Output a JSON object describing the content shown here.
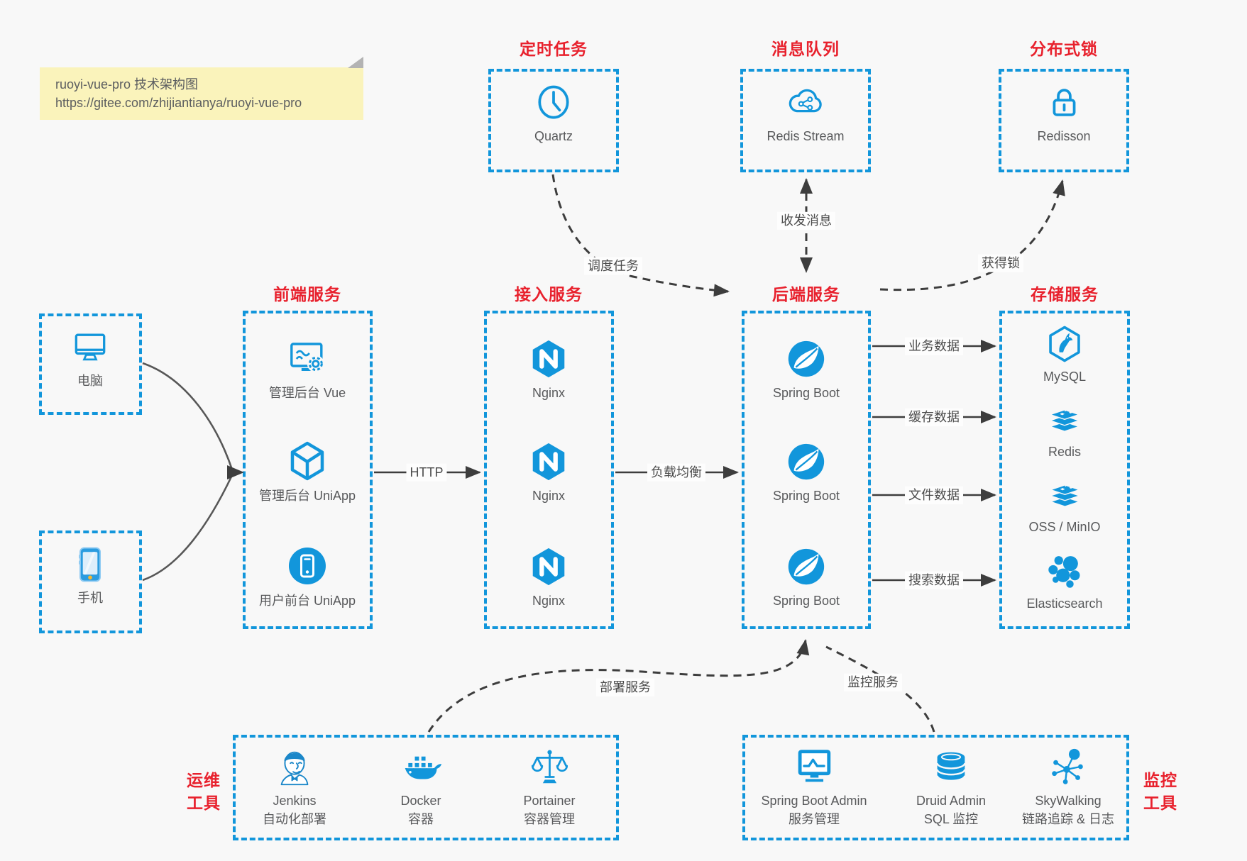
{
  "note": {
    "line1": "ruoyi-vue-pro 技术架构图",
    "line2": "https://gitee.com/zhijiantianya/ruoyi-vue-pro"
  },
  "colors": {
    "accent_blue": "#1296db",
    "title_red": "#e8212d",
    "arrow_dark": "#3d3d3d",
    "note_bg": "#faf3bb",
    "background": "#f8f8f8"
  },
  "groups": {
    "scheduler": {
      "title": "定时任务",
      "items": [
        {
          "label": "Quartz",
          "icon": "clock-icon"
        }
      ]
    },
    "mq": {
      "title": "消息队列",
      "items": [
        {
          "label": "Redis Stream",
          "icon": "cloud-stream-icon"
        }
      ]
    },
    "lock": {
      "title": "分布式锁",
      "items": [
        {
          "label": "Redisson",
          "icon": "lock-icon"
        }
      ]
    },
    "clients": {
      "items": [
        {
          "label": "电脑",
          "icon": "desktop-icon"
        },
        {
          "label": "手机",
          "icon": "phone-icon"
        }
      ]
    },
    "frontend": {
      "title": "前端服务",
      "items": [
        {
          "label": "管理后台 Vue",
          "icon": "admin-vue-icon"
        },
        {
          "label": "管理后台 UniApp",
          "icon": "uniapp-cube-icon"
        },
        {
          "label": "用户前台 UniApp",
          "icon": "uniapp-user-icon"
        }
      ]
    },
    "gateway": {
      "title": "接入服务",
      "items": [
        {
          "label": "Nginx",
          "icon": "nginx-icon"
        },
        {
          "label": "Nginx",
          "icon": "nginx-icon"
        },
        {
          "label": "Nginx",
          "icon": "nginx-icon"
        }
      ]
    },
    "backend": {
      "title": "后端服务",
      "items": [
        {
          "label": "Spring Boot",
          "icon": "spring-icon"
        },
        {
          "label": "Spring Boot",
          "icon": "spring-icon"
        },
        {
          "label": "Spring Boot",
          "icon": "spring-icon"
        }
      ]
    },
    "storage": {
      "title": "存储服务",
      "items": [
        {
          "label": "MySQL",
          "icon": "mysql-icon"
        },
        {
          "label": "Redis",
          "icon": "redis-stack-icon"
        },
        {
          "label": "OSS / MinIO",
          "icon": "redis-stack-icon"
        },
        {
          "label": "Elasticsearch",
          "icon": "elasticsearch-icon"
        }
      ]
    },
    "ops": {
      "title_line1": "运维",
      "title_line2": "工具",
      "items": [
        {
          "label": "Jenkins",
          "desc": "自动化部署",
          "icon": "jenkins-icon"
        },
        {
          "label": "Docker",
          "desc": "容器",
          "icon": "docker-icon"
        },
        {
          "label": "Portainer",
          "desc": "容器管理",
          "icon": "portainer-icon"
        }
      ]
    },
    "monitoring": {
      "title_line1": "监控",
      "title_line2": "工具",
      "items": [
        {
          "label": "Spring Boot Admin",
          "desc": "服务管理",
          "icon": "sba-monitor-icon"
        },
        {
          "label": "Druid Admin",
          "desc": "SQL 监控",
          "icon": "druid-db-icon"
        },
        {
          "label": "SkyWalking",
          "desc": "链路追踪 & 日志",
          "icon": "skywalking-icon"
        }
      ]
    }
  },
  "edges": {
    "http": "HTTP",
    "load_balance": "负载均衡",
    "schedule": "调度任务",
    "message": "收发消息",
    "acquire_lock": "获得锁",
    "business_data": "业务数据",
    "cache_data": "缓存数据",
    "file_data": "文件数据",
    "search_data": "搜索数据",
    "deploy": "部署服务",
    "monitor": "监控服务"
  }
}
